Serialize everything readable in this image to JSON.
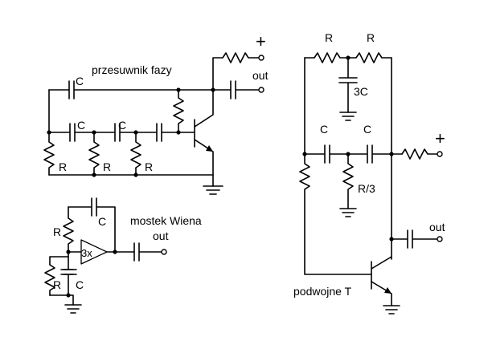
{
  "circuits": {
    "phase_shift": {
      "title": "przesuwnik fazy",
      "cap_labels": [
        "C",
        "C",
        "C"
      ],
      "res_labels": [
        "R",
        "R",
        "R"
      ],
      "out_label": "out",
      "supply_label": "+"
    },
    "wien_bridge": {
      "title": "mostek Wiena",
      "out_label": "out",
      "amp_label": "3x",
      "res_labels": [
        "R",
        "R"
      ],
      "cap_labels": [
        "C",
        "C"
      ]
    },
    "twin_t": {
      "title": "podwojne T",
      "top_res_labels": [
        "R",
        "R"
      ],
      "center_cap_label": "3C",
      "mid_cap_labels": [
        "C",
        "C"
      ],
      "center_res_label": "R/3",
      "out_label": "out",
      "supply_label": "+"
    }
  }
}
